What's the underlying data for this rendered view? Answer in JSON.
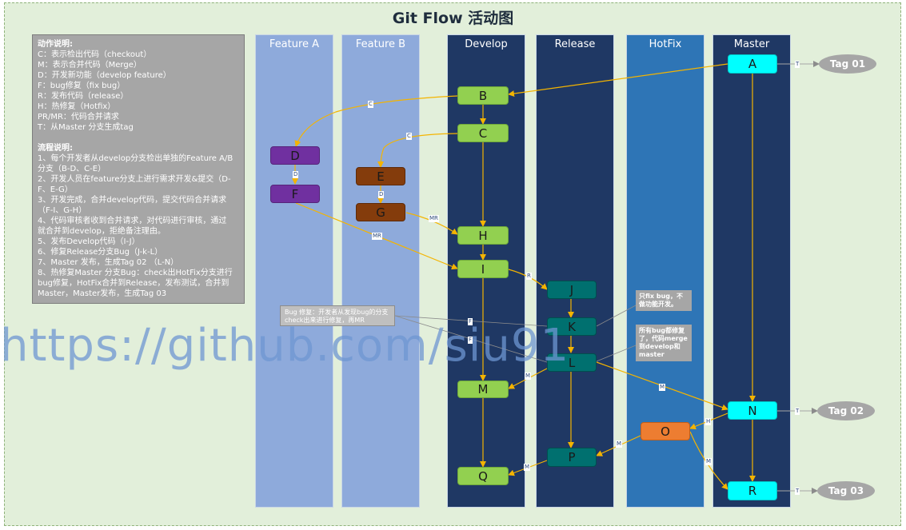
{
  "title": "Git Flow 活动图",
  "lanes": {
    "feature_a": "Feature A",
    "feature_b": "Feature B",
    "develop": "Develop",
    "release": "Release",
    "hotfix": "HotFix",
    "master": "Master"
  },
  "legend": {
    "heading1": "动作说明:",
    "actions": [
      "C：表示检出代码（checkout）",
      "M：表示合并代码（Merge）",
      "D：开发新功能（develop  feature）",
      "F：bug修复（fix bug）",
      "R：发布代码（release）",
      "H：热修复（Hotfix）",
      "PR/MR：代码合并请求",
      "T：从Master 分支生成tag"
    ],
    "heading2": "流程说明:",
    "steps": [
      "1、每个开发者从develop分支检出单独的Feature A/B",
      "分支（B-D、C-E）",
      "2、开发人员在feature分支上进行需求开发&提交（D-",
      "F、E-G）",
      "3、开发完成，合并develop代码，提交代码合并请求",
      "（F-I、G-H）",
      "4、代码审核者收到合并请求，对代码进行审核，通过",
      "就合并到develop，拒绝备注理由。",
      "5、发布Develop代码（I-J）",
      "6、修复Release分支Bug（J-k-L）",
      "7、Master 发布，生成Tag 02 （L-N）",
      "8、热修复Master 分支Bug：check出HotFix分支进行",
      "bug修复，HotFix合并到Release，发布测试，合并到",
      "Master，Master发布，生成Tag 03"
    ]
  },
  "nodes": {
    "A": "A",
    "B": "B",
    "C": "C",
    "D": "D",
    "E": "E",
    "F": "F",
    "G": "G",
    "H": "H",
    "I": "I",
    "J": "J",
    "K": "K",
    "L": "L",
    "M": "M",
    "N": "N",
    "O": "O",
    "P": "P",
    "Q": "Q",
    "R": "R"
  },
  "tags": {
    "tag01": "Tag 01",
    "tag02": "Tag 02",
    "tag03": "Tag 03"
  },
  "notes": {
    "bugfix": "Bug 修复：开发者从发现bug的分支check出来进行修复，再MR",
    "only_fix": "只fix bug，不做功能开发。",
    "merge_all": "所有bug都修复了，代码merge到develop和master"
  },
  "edge_labels": {
    "c1": "C",
    "c2": "C",
    "d1": "D",
    "d2": "D",
    "mr1": "MR",
    "mr2": "MR",
    "r": "R",
    "f1": "F",
    "f2": "F",
    "m1": "M",
    "m2": "M",
    "m3": "M",
    "m4": "M",
    "m5": "M",
    "h": "H",
    "t1": "T",
    "t2": "T",
    "t3": "T"
  },
  "watermark": "https://github.com/siu91",
  "colors": {
    "feature_lane": "#8eaadb",
    "develop_lane": "#1f3864",
    "release_lane": "#1f3864",
    "hotfix_lane": "#2e75b6",
    "master_lane": "#1f3864",
    "green_node": "#92d050",
    "purple_node": "#7030a0",
    "brown_node": "#843c0c",
    "teal_node": "#00706f",
    "cyan_node": "#00ffff",
    "orange_node": "#ed7d31",
    "edge": "#f4b400"
  }
}
